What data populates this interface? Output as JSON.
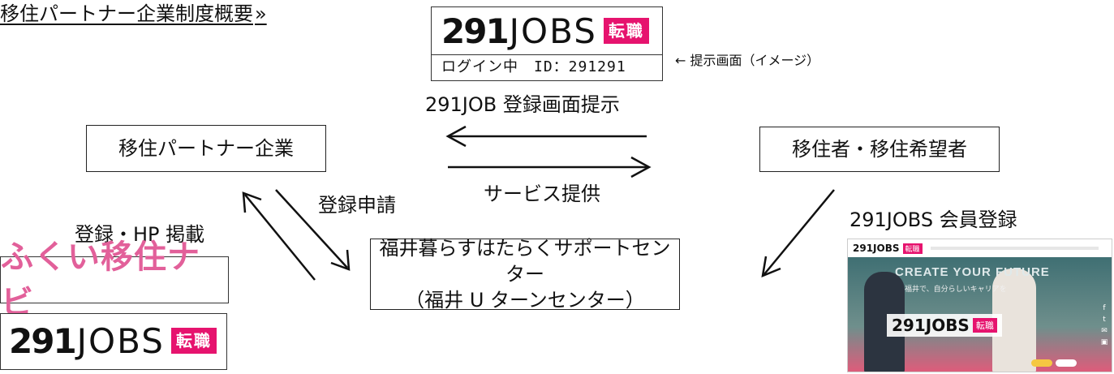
{
  "title": {
    "text": "移住パートナー企業制度概要",
    "mark": "»"
  },
  "logo_top": {
    "num": "291",
    "jobs": "JOBS",
    "badge": "転職",
    "login_text": "ログイン中　ID：291291"
  },
  "caption_screen": "← 提示画面（イメージ）",
  "label_registration_screen": "291JOB 登録画面提示",
  "box_partner": "移住パートナー企業",
  "box_migrant": "移住者・移住希望者",
  "label_service": "サービス提供",
  "label_apply": "登録申請",
  "label_member": "291JOBS 会員登録",
  "label_hp": "登録・HP 掲載",
  "box_center": {
    "line1": "福井暮らすはたらくサポートセンター",
    "line2": "（福井 U ターンセンター）"
  },
  "logo_navi": "ふくい移住ナビ",
  "logo_bottom": {
    "num": "291",
    "jobs": "JOBS",
    "badge": "転職"
  },
  "site_shot": {
    "header_logo": "291JOBS",
    "header_badge": "転職",
    "hero_text": "CREATE YOUR FUTURE",
    "hero_sub": "福井で、自分らしいキャリアを",
    "hero_logo": "291JOBS",
    "hero_badge": "転職",
    "social": [
      "f",
      "t",
      "✉",
      "▣"
    ]
  },
  "colors": {
    "brand_pink": "#e6136e",
    "navi_pink": "#e2609a",
    "hero_bg": "#3f6f73",
    "hero_bottom": "#e25a7a"
  }
}
